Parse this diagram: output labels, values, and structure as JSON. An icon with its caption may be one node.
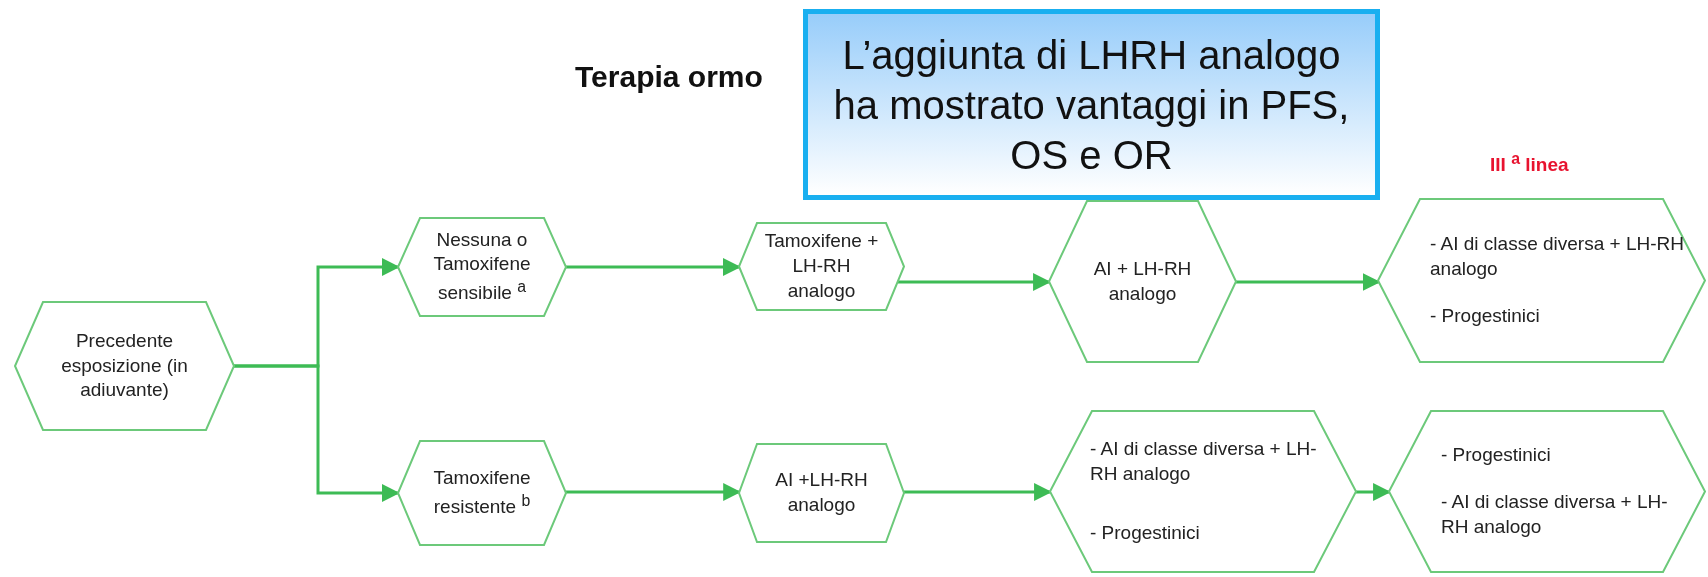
{
  "diagram": {
    "title": "Terapia ormo",
    "nodes": [
      {
        "text": [
          "Precedente esposizione (in adiuvante)"
        ]
      },
      {
        "text": [
          "Nessuna o Tamoxifene sensibile $^{a}$"
        ]
      },
      {
        "text": [
          "Tamoxifene + LH-RH analogo"
        ]
      },
      {
        "text": [
          "AI + LH-RH analogo"
        ]
      },
      {
        "text": [
          "- AI di classe diversa + LH-RH analogo",
          "- Progestinici"
        ]
      },
      {
        "text": [
          "Tamoxifene resistente $^{b}$"
        ]
      },
      {
        "text": [
          "AI +LH-RH analogo"
        ]
      },
      {
        "text": [
          "- AI di classe diversa + LH-RH analogo",
          "- Progestinici"
        ]
      },
      {
        "text": [
          "- Progestinici",
          "- AI di classe diversa + LH-RH analogo"
        ]
      },
      {
        "text": [
          "L’aggiunta di LHRH analogo ha mostrato vantaggi in PFS, OS e OR"
        ]
      }
    ],
    "edges": [
      {
        "from": 0,
        "to": 1,
        "arrow": "to"
      },
      {
        "from": 0,
        "to": 5,
        "arrow": "to"
      },
      {
        "from": 1,
        "to": 2,
        "arrow": "to"
      },
      {
        "from": 2,
        "to": 3,
        "arrow": "to"
      },
      {
        "from": 3,
        "to": 4,
        "arrow": "to"
      },
      {
        "from": 5,
        "to": 6,
        "arrow": "to"
      },
      {
        "from": 6,
        "to": 7,
        "arrow": "to"
      },
      {
        "from": 7,
        "to": 8,
        "arrow": "to"
      }
    ],
    "labels": [
      "III $^{a}$ linea"
    ]
  }
}
